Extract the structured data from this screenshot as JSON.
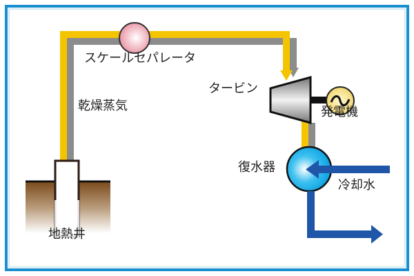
{
  "labels": {
    "separator": "スケールセパレータ",
    "dry_steam": "乾燥蒸気",
    "turbine": "タービン",
    "generator": "発電機",
    "condenser": "復水器",
    "cooling_water": "冷却水",
    "geothermal_well": "地熱井"
  },
  "colors": {
    "frame": "#1a8fd0",
    "steam": "#f5c400",
    "steam_shadow": "#8c8c8c",
    "cooling_water": "#1f56a8",
    "ground": "#7a4a1a"
  }
}
